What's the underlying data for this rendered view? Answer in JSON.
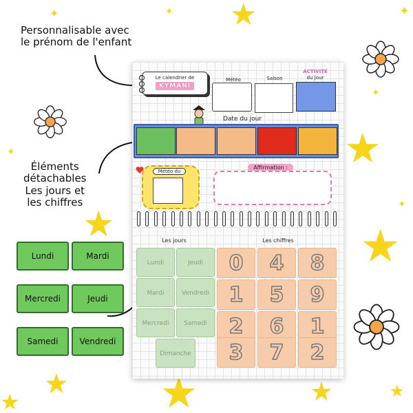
{
  "callouts": {
    "top": [
      "Personnalisable avec",
      "le prénom de l'enfant"
    ],
    "middle": [
      "Éléments",
      "détachables",
      "Les jours et",
      "les chiffres"
    ]
  },
  "board": {
    "title_line": "Le calendrier de",
    "child_name": "KYMANI",
    "labels": {
      "weather": "Météo",
      "season": "Saison",
      "activity_top": "ACTIVITÉ",
      "activity_bottom": "du jour",
      "date": "Date du jour",
      "weather_of": "Météo du",
      "affirmation": "Affirmation :",
      "days": "Les jours",
      "numbers": "Les chiffres"
    },
    "date_slot_colors": [
      "#6bbf5e",
      "#f4bb86",
      "#f4bb86",
      "#e02a1c",
      "#f2b43c"
    ],
    "day_tiles": [
      "Lundi",
      "Jeudi",
      "Mardi",
      "Vendredi",
      "Mercredi",
      "Samedi",
      "Dimanche"
    ],
    "number_tiles": [
      "0",
      "4",
      "8",
      "1",
      "5",
      "9",
      "2",
      "6",
      "1",
      "3",
      "7",
      "2"
    ]
  },
  "detached_tiles": [
    "Lundi",
    "Mardi",
    "Mercredi",
    "Jeudi",
    "Samedi",
    "Vendredi"
  ],
  "colors": {
    "star": "#f7d51d",
    "tile_green": "#6fc95d",
    "activity_blue": "#7497e8",
    "date_strip": "#6a8cd8"
  }
}
